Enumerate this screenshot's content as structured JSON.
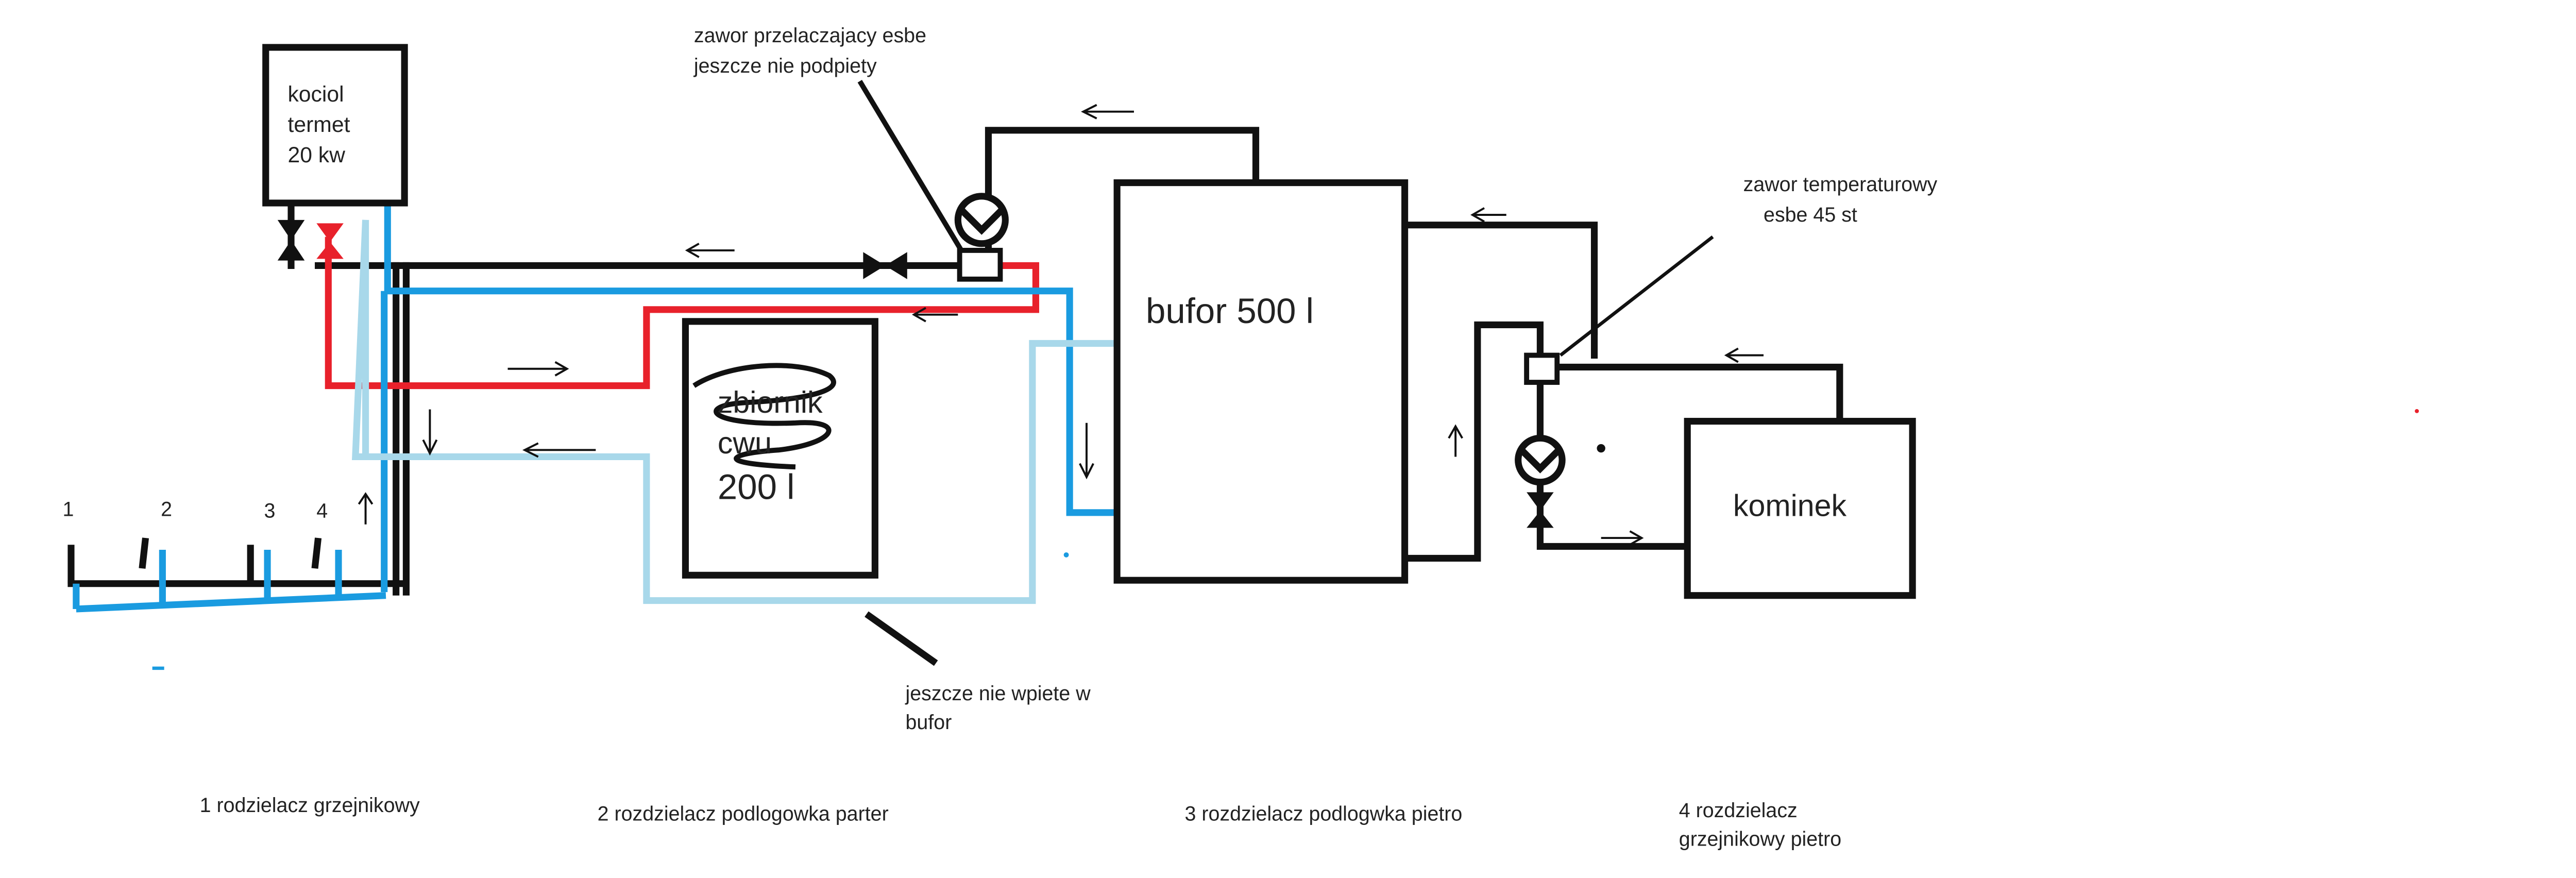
{
  "colors": {
    "background": "#ffffff",
    "black_pipe": "#111111",
    "hot_pipe": "#e8212b",
    "cold_pipe": "#1a9be0",
    "return_pipe": "#a8d8ea"
  },
  "components": {
    "boiler": {
      "line1": "kociol",
      "line2": "termet",
      "line3": "20 kw"
    },
    "buffer": {
      "label": "bufor 500 l"
    },
    "dhw_tank": {
      "line1": "zbiornik",
      "line2": "cwu",
      "line3": "200 l"
    },
    "fireplace": {
      "label": "kominek"
    }
  },
  "annotations": {
    "switch_valve": {
      "line1": "zawor przelaczajacy esbe",
      "line2": "jeszcze nie podpiety"
    },
    "temp_valve": {
      "line1": "zawor temperaturowy",
      "line2": "esbe 45 st"
    },
    "not_connected": {
      "line1": "jeszcze nie wpiete w",
      "line2": "bufor"
    }
  },
  "manifold_numbers": [
    "1",
    "2",
    "3",
    "4"
  ],
  "legend": {
    "item1": "1 rodzielacz grzejnikowy",
    "item2": "2 rozdzielacz podlogowka parter",
    "item3": "3 rozdzielacz podlogwka pietro",
    "item4_line1": "4 rozdzielacz",
    "item4_line2": "grzejnikowy pietro"
  },
  "icons": {
    "flow_arrow": "flow-arrow-icon",
    "valve": "butterfly-valve-icon",
    "pump": "circulation-pump-icon",
    "three_way_valve": "three-way-valve-icon"
  }
}
